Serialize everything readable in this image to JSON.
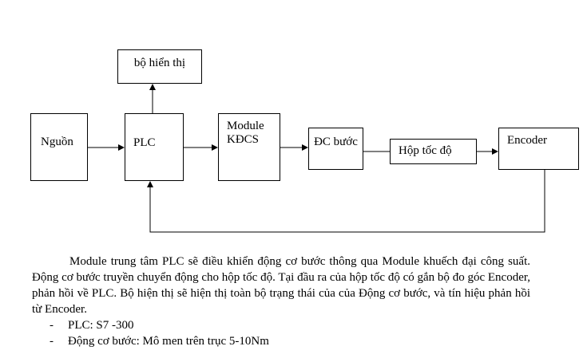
{
  "diagram": {
    "title": "PLC stepper motor control block diagram",
    "blocks": {
      "display": "bộ hiển thị",
      "power": "Nguồn",
      "plc": "PLC",
      "module": "Module KĐCS",
      "motor": "ĐC bước",
      "gearbox": "Hộp tốc độ",
      "encoder": "Encoder"
    },
    "connections": [
      {
        "from": "power",
        "to": "plc",
        "arrow": true
      },
      {
        "from": "plc",
        "to": "display",
        "arrow": true
      },
      {
        "from": "plc",
        "to": "module",
        "arrow": true
      },
      {
        "from": "module",
        "to": "motor",
        "arrow": true
      },
      {
        "from": "motor",
        "to": "gearbox",
        "arrow": false
      },
      {
        "from": "gearbox",
        "to": "encoder",
        "arrow": true
      },
      {
        "from": "encoder",
        "to": "plc",
        "arrow": true,
        "type": "feedback"
      }
    ]
  },
  "description": {
    "paragraph": "Module trung tâm PLC sẽ điều khiển động cơ bước thông qua Module khuếch đại công suất. Động cơ bước truyền chuyển động cho hộp tốc độ. Tại đầu ra của hộp tốc độ có gắn bộ đo góc Encoder, phản hồi về PLC. Bộ hiện thị sẽ hiện thị toàn bộ trạng thái của của Động cơ bước, và tín hiệu phản hồi từ Encoder.",
    "bullet_marker": "-",
    "bullets": [
      "PLC: S7 -300",
      "Động cơ bước: Mô men trên trục 5-10Nm"
    ]
  }
}
